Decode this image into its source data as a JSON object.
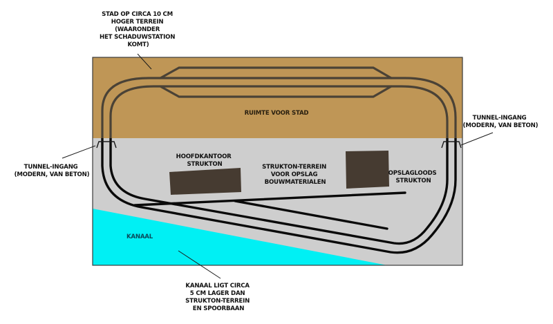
{
  "diagram": {
    "title": "Track layout plan Strukton terrein",
    "colors": {
      "city_terrain": "#bf9656",
      "strukton_terrain": "#cecece",
      "canal": "#00f0f4",
      "track_upper": "#4a4236",
      "track_lower": "#0a0a0a",
      "building": "#463b31",
      "board_border": "#3a3a3a"
    },
    "areas": {
      "city": "RUIMTE VOOR STAD",
      "canal": "KANAAL",
      "strukton_terrain": [
        "STRUKTON-TERREIN",
        "VOOR OPSLAG",
        "BOUWMATERIALEN"
      ]
    },
    "buildings": {
      "head_office": [
        "HOOFDKANTOOR",
        "STRUKTON"
      ],
      "warehouse": [
        "OPSLAGLOODS",
        "STRUKTON"
      ]
    },
    "annotations": {
      "city_note": [
        "STAD OP CIRCA 10 CM",
        "HOGER TERREIN",
        "(WAARONDER",
        "HET SCHADUWSTATION",
        "KOMT)"
      ],
      "tunnel_left": [
        "TUNNEL-INGANG",
        "(MODERN, VAN BETON)"
      ],
      "tunnel_right": [
        "TUNNEL-INGANG",
        "(MODERN, VAN BETON)"
      ],
      "canal_note": [
        "KANAAL LIGT CIRCA",
        "5 CM LAGER DAN",
        "STRUKTON-TERREIN",
        "EN SPOORBAAN"
      ]
    }
  }
}
